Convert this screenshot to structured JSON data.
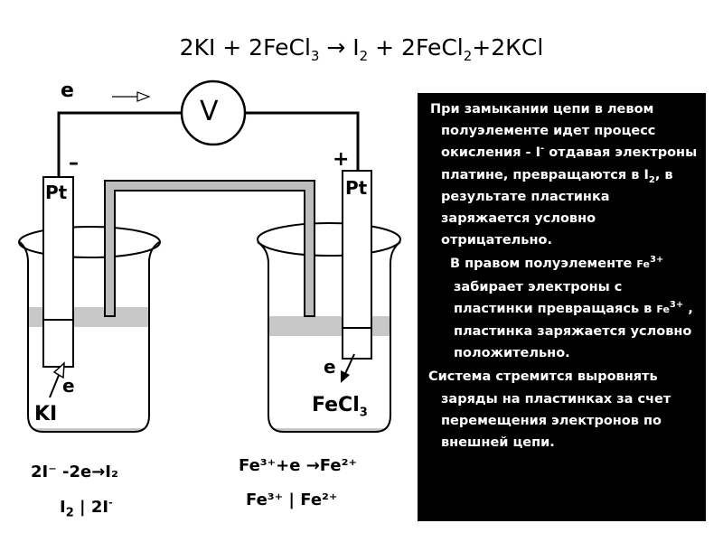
{
  "equation": {
    "part1": "2KI + 2FeCl",
    "sub1": "3",
    "arrow": " → I",
    "sub2": "2",
    "part2": " + 2FeCl",
    "sub3": "2",
    "part3": "+2КCl"
  },
  "circuit": {
    "electron_label": "e",
    "voltmeter_label": "V",
    "minus_sign": "–",
    "plus_sign": "+",
    "left_electrode": "Pt",
    "right_electrode": "Pt"
  },
  "left_cell": {
    "electron_label": "e",
    "solution": "KI",
    "half_reaction": "2I⁻ -2e→I₂",
    "notation_main": "I",
    "notation_sub": "2",
    "notation_rest": " | 2I",
    "notation_sup": "-"
  },
  "right_cell": {
    "electron_label": "e",
    "solution_main": "FeCl",
    "solution_sub": "3",
    "half_reaction": "Fe³⁺+e →Fe²⁺",
    "notation": "Fe³⁺ | Fe²⁺"
  },
  "explanation": {
    "p1_a": "При замыкании цепи в левом полуэлементе идет процесс окисления - ",
    "p1_ion": "I",
    "p1_ion_sup": "-",
    "p1_b": " отдавая электроны платине, превращаются в I",
    "p1_sub": "2",
    "p1_c": ", в результате пластинка заряжается условно отрицательно.",
    "p2_a": "В правом полуэлементе ",
    "p2_fe1": "Fe",
    "p2_fe1_sup": "3+",
    "p2_b": " забирает электроны с пластинки превращаясь в ",
    "p2_fe2": "Fe",
    "p2_fe2_sup": "3+",
    "p2_c": " , пластинка заряжается условно положительно.",
    "p3": "Система стремится выровнять заряды на пластинках за счет перемещения электронов по внешней цепи."
  },
  "colors": {
    "solution_fill": "#c8c8c8",
    "panel_bg": "#000000",
    "panel_text": "#ffffff"
  }
}
